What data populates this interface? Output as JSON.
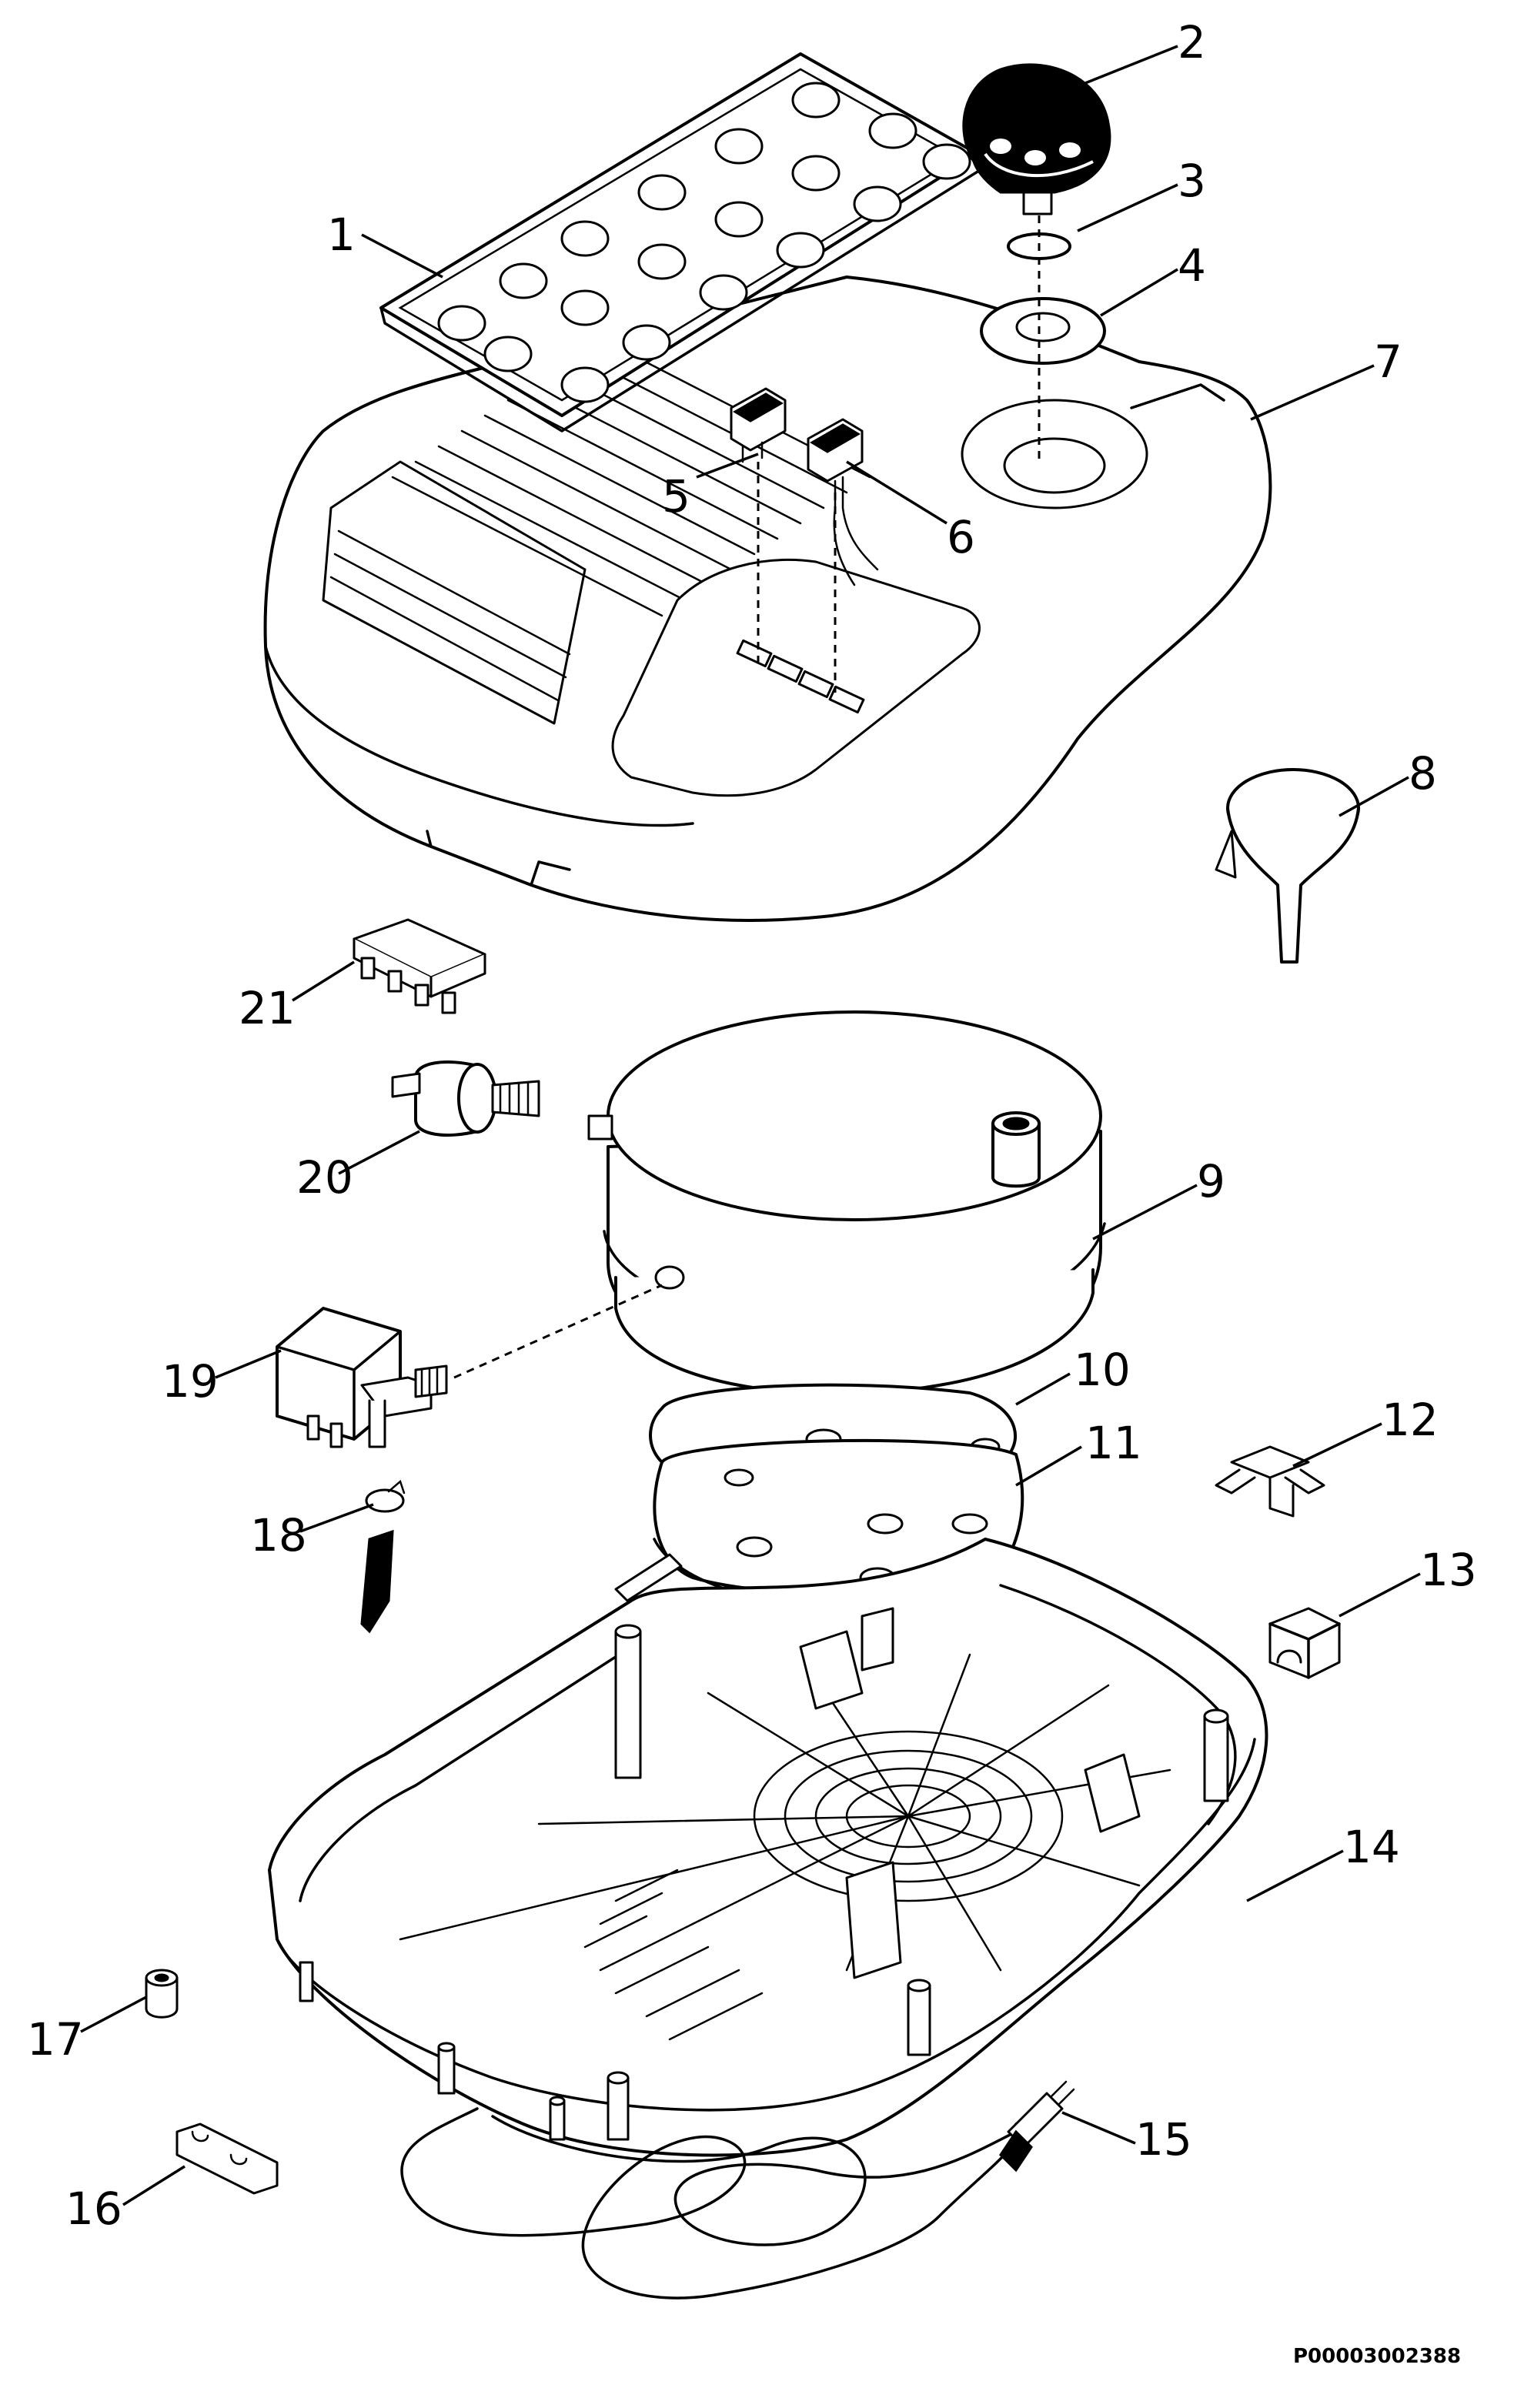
{
  "labels": [
    {
      "id": 1,
      "text": "1"
    },
    {
      "id": 2,
      "text": "2"
    },
    {
      "id": 3,
      "text": "3"
    },
    {
      "id": 4,
      "text": "4"
    },
    {
      "id": 5,
      "text": "5"
    },
    {
      "id": 6,
      "text": "6"
    },
    {
      "id": 7,
      "text": "7"
    },
    {
      "id": 8,
      "text": "8"
    },
    {
      "id": 9,
      "text": "9"
    },
    {
      "id": 10,
      "text": "10"
    },
    {
      "id": 11,
      "text": "11"
    },
    {
      "id": 12,
      "text": "12"
    },
    {
      "id": 13,
      "text": "13"
    },
    {
      "id": 14,
      "text": "14"
    },
    {
      "id": 15,
      "text": "15"
    },
    {
      "id": 16,
      "text": "16"
    },
    {
      "id": 17,
      "text": "17"
    },
    {
      "id": 18,
      "text": "18"
    },
    {
      "id": 19,
      "text": "19"
    },
    {
      "id": 20,
      "text": "20"
    },
    {
      "id": 21,
      "text": "21"
    }
  ],
  "reference_code": "P00003002388"
}
